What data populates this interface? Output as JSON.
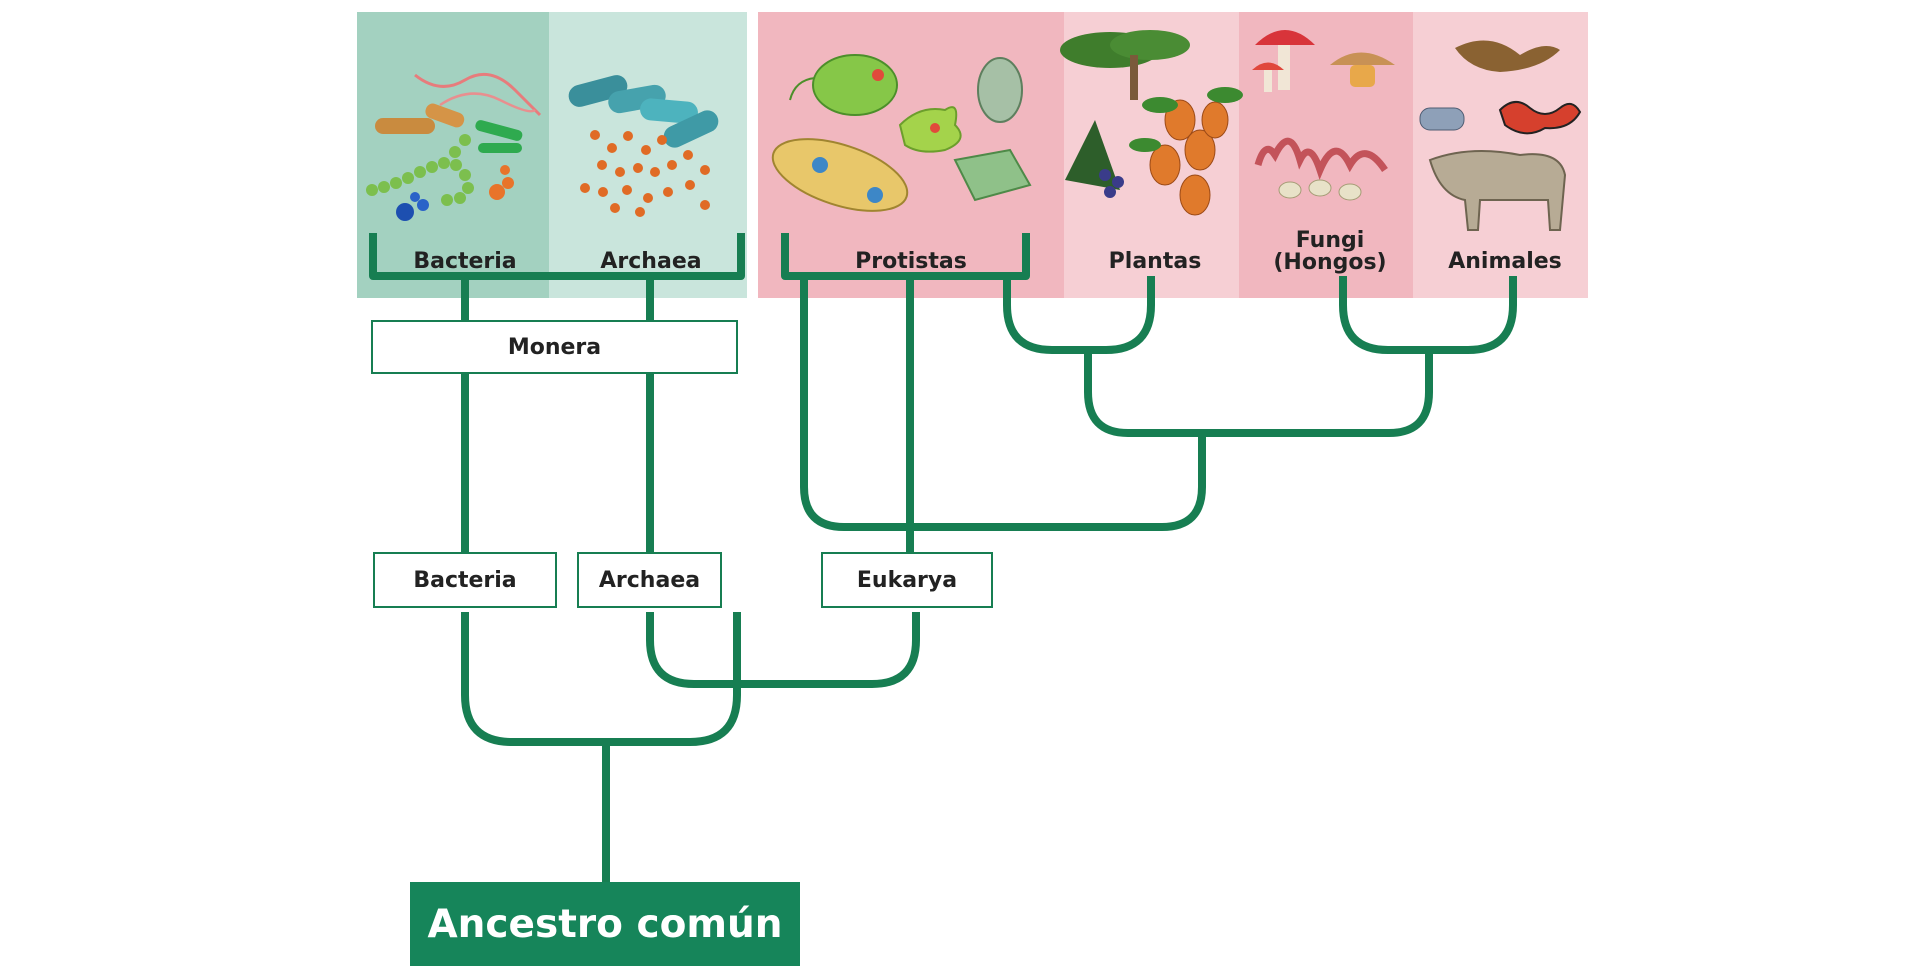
{
  "kingdoms": {
    "bacteria": "Bacteria",
    "archaea": "Archaea",
    "protistas": "Protistas",
    "plantas": "Plantas",
    "fungi_line1": "Fungi",
    "fungi_line2": "(Hongos)",
    "animales": "Animales"
  },
  "groups": {
    "monera": "Monera"
  },
  "domains": {
    "bacteria": "Bacteria",
    "archaea": "Archaea",
    "eukarya": "Eukarya"
  },
  "root": {
    "label": "Ancestro común"
  },
  "colors": {
    "branch": "#177e52",
    "root_fill": "#16855a",
    "bacteria_panel": "#a3d1c0",
    "archaea_panel": "#c9e5dc",
    "protistas_panel": "#f1b7bf",
    "plantas_panel": "#f6cfd4",
    "fungi_panel": "#f1b7bf",
    "animales_panel": "#f6cfd4"
  }
}
